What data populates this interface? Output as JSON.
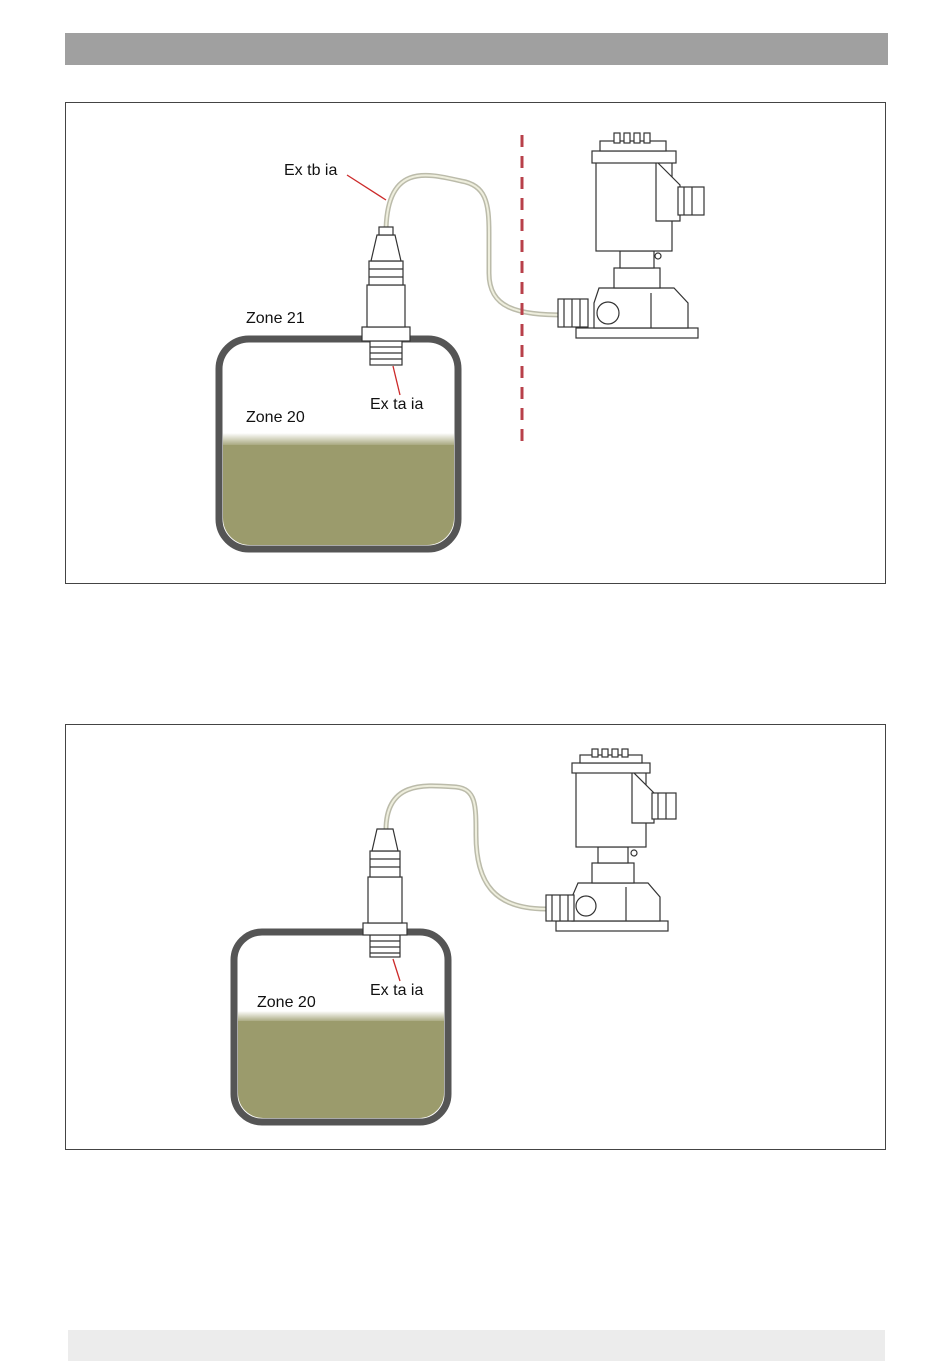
{
  "figure1": {
    "labels": {
      "ex_tb_ia": "Ex tb ia",
      "zone21": "Zone 21",
      "ex_ta_ia": "Ex ta ia",
      "zone20": "Zone 20"
    }
  },
  "figure2": {
    "labels": {
      "ex_ta_ia": "Ex ta ia",
      "zone20": "Zone 20"
    }
  },
  "colors": {
    "tank_outline": "#555555",
    "fill_material": "#9b9b6c",
    "zone_boundary": "#b8404a",
    "leader_line": "#cc2a2a"
  }
}
